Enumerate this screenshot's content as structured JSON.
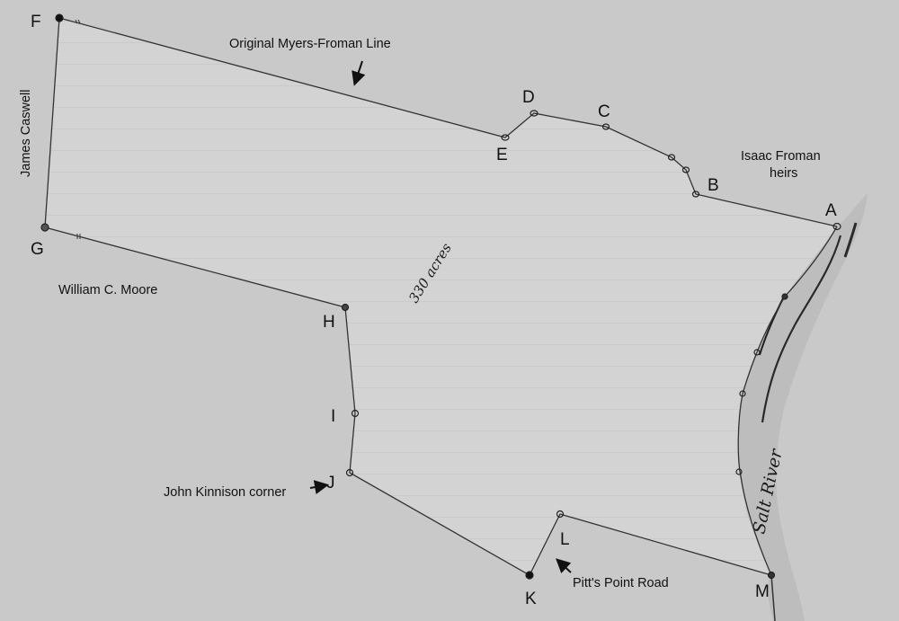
{
  "points": [
    {
      "id": "A",
      "label": "A"
    },
    {
      "id": "B",
      "label": "B"
    },
    {
      "id": "C",
      "label": "C"
    },
    {
      "id": "D",
      "label": "D"
    },
    {
      "id": "E",
      "label": "E"
    },
    {
      "id": "F",
      "label": "F"
    },
    {
      "id": "G",
      "label": "G"
    },
    {
      "id": "H",
      "label": "H"
    },
    {
      "id": "I",
      "label": "I"
    },
    {
      "id": "J",
      "label": "J"
    },
    {
      "id": "K",
      "label": "K"
    },
    {
      "id": "L",
      "label": "L"
    },
    {
      "id": "M",
      "label": "M"
    }
  ],
  "annotations": {
    "original_line": "Original Myers-Froman Line",
    "isaac_line1": "Isaac Froman",
    "isaac_line2": "heirs",
    "james_caswell": "James Caswell",
    "william_moore": "William C. Moore",
    "john_kinnison": "John Kinnison corner",
    "pitts_point": "Pitt's Point Road"
  },
  "handwriting": {
    "acres": "330 acres",
    "river": "Salt River"
  },
  "colors": {
    "background": "#c9c9c9",
    "parcel_paper": "#d3d3d3",
    "ink": "#1a1a1a"
  }
}
